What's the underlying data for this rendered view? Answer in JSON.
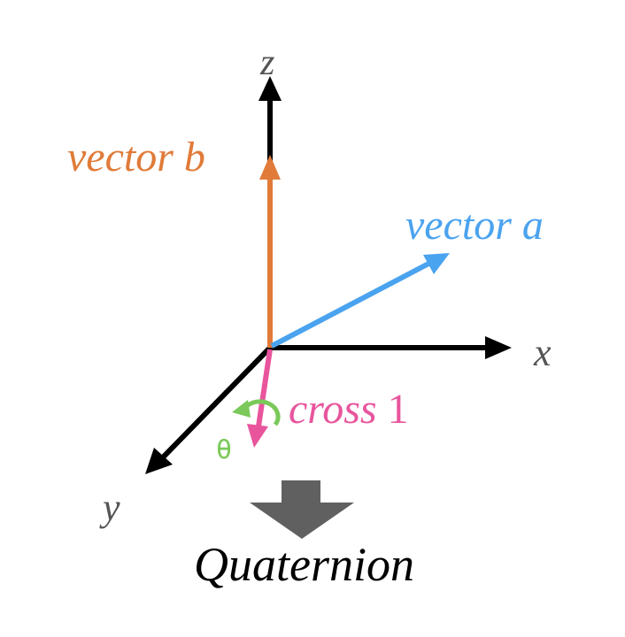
{
  "axes": {
    "x_label": "x",
    "y_label": "y",
    "z_label": "z",
    "color": "#000000",
    "label_color": "#555555"
  },
  "vectors": {
    "a": {
      "label": "vector a",
      "color": "#4aa3ef"
    },
    "b": {
      "label": "vector b",
      "color": "#e07b39"
    },
    "cross": {
      "label_word": "cross",
      "label_number": "1",
      "color": "#e8559d"
    }
  },
  "rotation": {
    "symbol": "θ",
    "color": "#7ac95a"
  },
  "result": {
    "label": "Quaternion",
    "arrow_color": "#606060"
  }
}
